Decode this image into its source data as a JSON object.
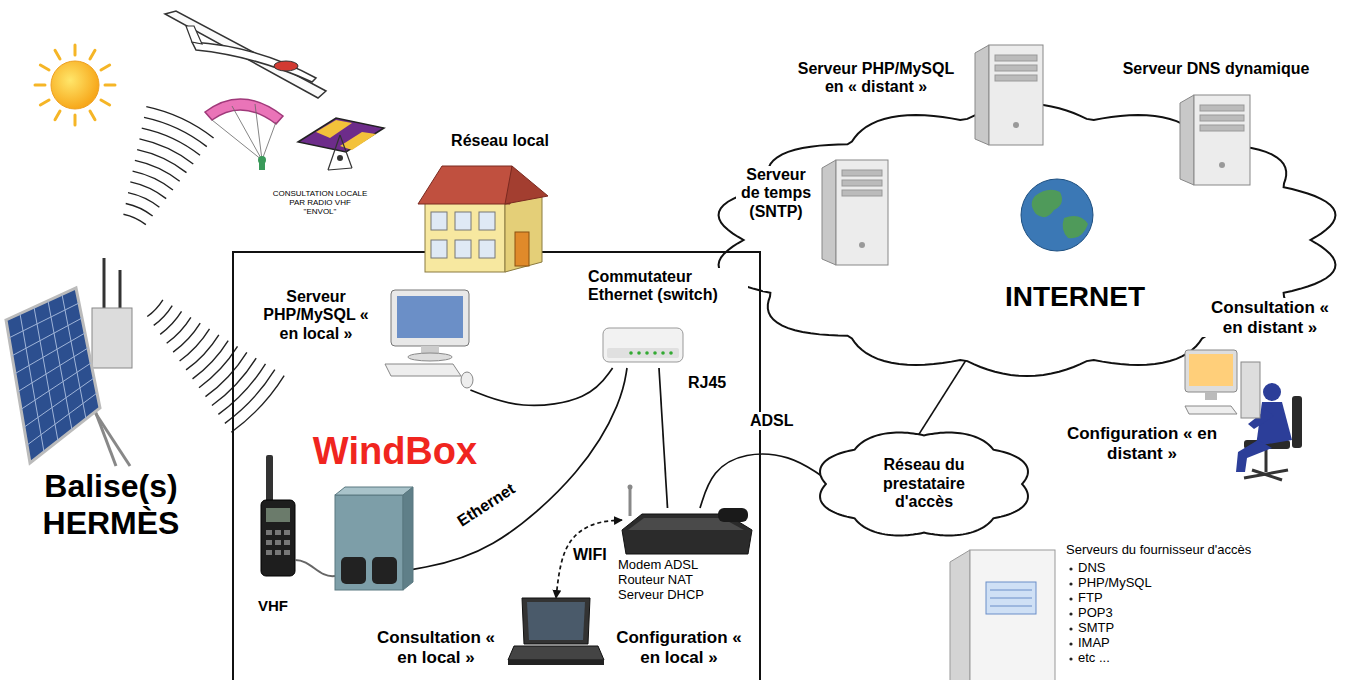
{
  "diagram": {
    "nodes": [
      {
        "text": [
          "Réseau local"
        ]
      },
      {
        "text": [
          "WindBox"
        ],
        "in": 0
      },
      {
        "text": [
          "Serveur PHP/MySQL « en local »"
        ],
        "in": 0
      },
      {
        "text": [
          "Commutateur Ethernet (switch)"
        ],
        "in": 0
      },
      {
        "text": [
          "Modem ADSL Routeur NAT Serveur DHCP"
        ],
        "in": 0
      },
      {
        "text": [
          "Consultation « en local »",
          "Configuration « en local »"
        ],
        "in": 0
      },
      {
        "text": [
          "INTERNET"
        ]
      },
      {
        "text": [
          "Serveur de temps (SNTP)"
        ],
        "in": 6
      },
      {
        "text": [
          "Serveur PHP/MySQL en « distant »"
        ],
        "in": 6
      },
      {
        "text": [
          "Serveur DNS dynamique"
        ],
        "in": 6
      },
      {
        "text": [
          "Consultation « en distant »",
          "Configuration « en distant »"
        ]
      },
      {
        "text": [
          "Réseau du prestataire d'accès"
        ]
      },
      {
        "text": [
          "Serveurs du fournisseur d'accès",
          "DNS",
          "PHP/MySQL",
          "FTP",
          "POP3",
          "SMTP",
          "IMAP",
          "etc ..."
        ]
      },
      {
        "text": [
          "Balise(s) HERMÈS"
        ]
      }
    ],
    "edges": [
      {
        "from": 1,
        "to": 3,
        "arrow": "none",
        "label": "Ethernet"
      },
      {
        "from": 2,
        "to": 3,
        "arrow": "none"
      },
      {
        "from": 3,
        "to": 4,
        "arrow": "none",
        "label": "RJ45"
      },
      {
        "from": 4,
        "to": 5,
        "arrow": "both",
        "label": "WIFI"
      },
      {
        "from": 4,
        "to": 11,
        "arrow": "none",
        "label": "ADSL"
      },
      {
        "from": 11,
        "to": 6,
        "arrow": "none"
      }
    ],
    "labels": [
      "CONSULTATION LOCALE PAR RADIO VHF \"ENVOL\"",
      "VHF"
    ]
  }
}
